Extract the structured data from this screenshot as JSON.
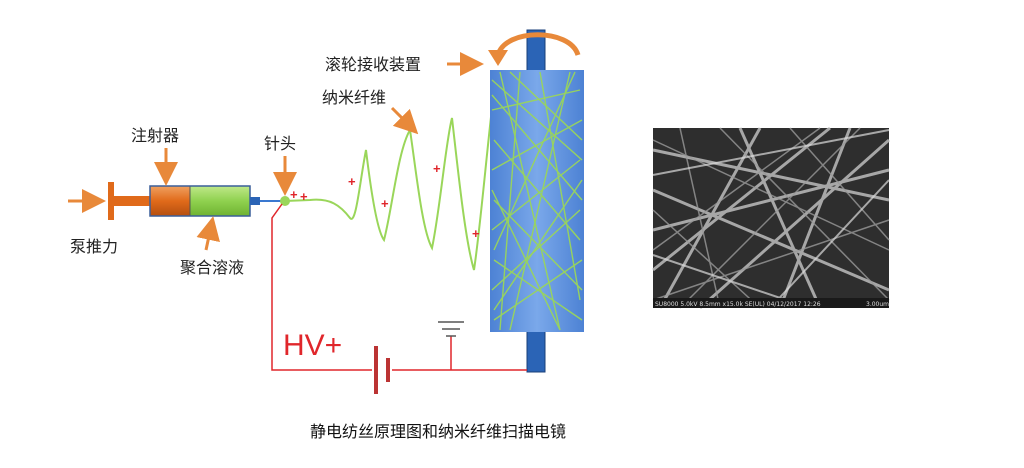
{
  "labels": {
    "roller": "滚轮接收装置",
    "nanofiber": "纳米纤维",
    "syringe": "注射器",
    "needle": "针头",
    "pump_force": "泵推力",
    "polymer_solution": "聚合溶液",
    "high_voltage": "HV+"
  },
  "caption": "静电纺丝原理图和纳米纤维扫描电镜",
  "sem_info": "SU8000 5.0kV 8.5mm x15.0k SE(UL) 04/12/2017 12:26",
  "sem_scale": "3.00um",
  "colors": {
    "arrow": "#e8893a",
    "wire": "#e0262b",
    "syringe_barrel": "#e06a1a",
    "solution": "#8fd14f",
    "fiber": "#9ad65a",
    "roller_cloth": "#5b8fdc",
    "roller_rod": "#2b64b6"
  }
}
